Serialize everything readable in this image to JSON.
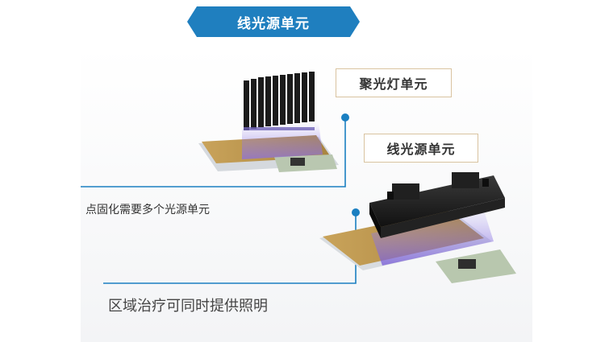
{
  "header": {
    "title": "线光源单元"
  },
  "labels": {
    "spot_lamp_unit": "聚光灯单元",
    "line_light_unit": "线光源单元"
  },
  "captions": {
    "fixed_spot": "点固化需要多个光源单元",
    "area_lighting": "区域治疗可同时提供照明"
  },
  "colors": {
    "accent": "#1a7fc1",
    "header_bg": "#1f7fbf",
    "label_border": "#d9c3a0",
    "uv_glow": "#8a6fe0"
  }
}
